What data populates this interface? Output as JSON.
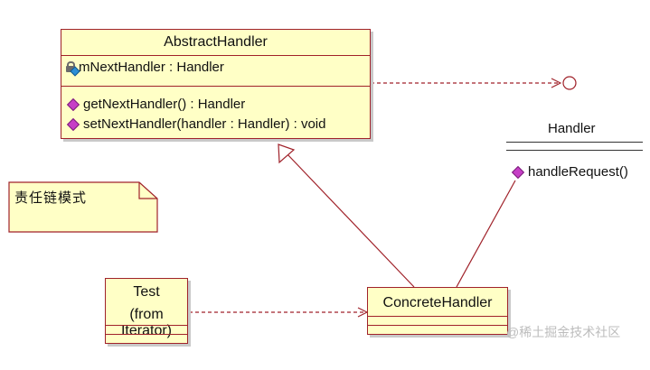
{
  "abstract_handler": {
    "name": "AbstractHandler",
    "attributes": [
      {
        "text": "mNextHandler : Handler",
        "visibility_icon": "lock-icon"
      }
    ],
    "operations": [
      {
        "text": "getNextHandler() : Handler",
        "visibility_icon": "method-icon"
      },
      {
        "text": "setNextHandler(handler : Handler) : void",
        "visibility_icon": "method-icon"
      }
    ]
  },
  "handler_interface": {
    "name": "Handler",
    "operations": [
      {
        "text": "handleRequest()",
        "visibility_icon": "method-icon"
      }
    ]
  },
  "concrete_handler": {
    "name": "ConcreteHandler"
  },
  "test_class": {
    "name": "Test",
    "stereotype": "(from Iterator)"
  },
  "note": {
    "text": "责任链模式"
  },
  "watermark": "@稀土掘金技术社区",
  "colors": {
    "class_fill": "#ffffc6",
    "class_border": "#a0222a",
    "method_icon": "#c63fc6",
    "connector": "#a0222a"
  }
}
